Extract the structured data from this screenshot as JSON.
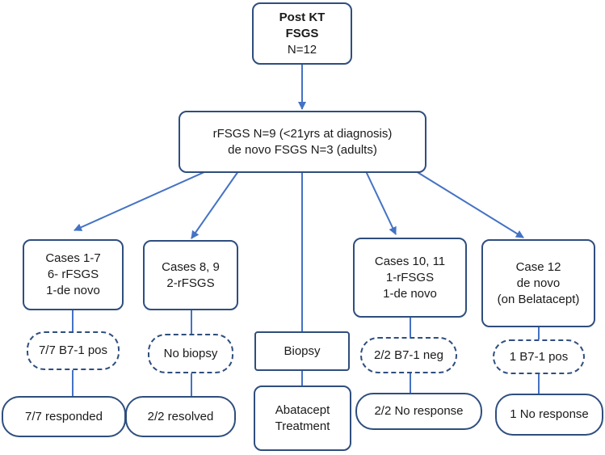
{
  "top": {
    "line1": "Post KT",
    "line2": "FSGS",
    "line3": "N=12"
  },
  "summary": {
    "line1": "rFSGS N=9 (<21yrs at diagnosis)",
    "line2": "de novo FSGS N=3 (adults)"
  },
  "groups": [
    {
      "lines": [
        "Cases 1-7",
        "6- rFSGS",
        "1-de novo"
      ],
      "test": "7/7 B7-1 pos",
      "outcome": "7/7 responded"
    },
    {
      "lines": [
        "Cases 8, 9",
        "2-rFSGS"
      ],
      "test": "No biopsy",
      "outcome": "2/2 resolved"
    },
    {
      "biopsy": "Biopsy",
      "treatment": [
        "Abatacept",
        "Treatment"
      ]
    },
    {
      "lines": [
        "Cases 10, 11",
        "1-rFSGS",
        "1-de novo"
      ],
      "test": "2/2 B7-1 neg",
      "outcome": "2/2 No response"
    },
    {
      "lines": [
        "Case 12",
        "de novo",
        "(on Belatacept)"
      ],
      "test": "1 B7-1 pos",
      "outcome": "1 No response"
    }
  ],
  "colors": {
    "border": "#2f4e7e",
    "arrow": "#4472c4"
  }
}
